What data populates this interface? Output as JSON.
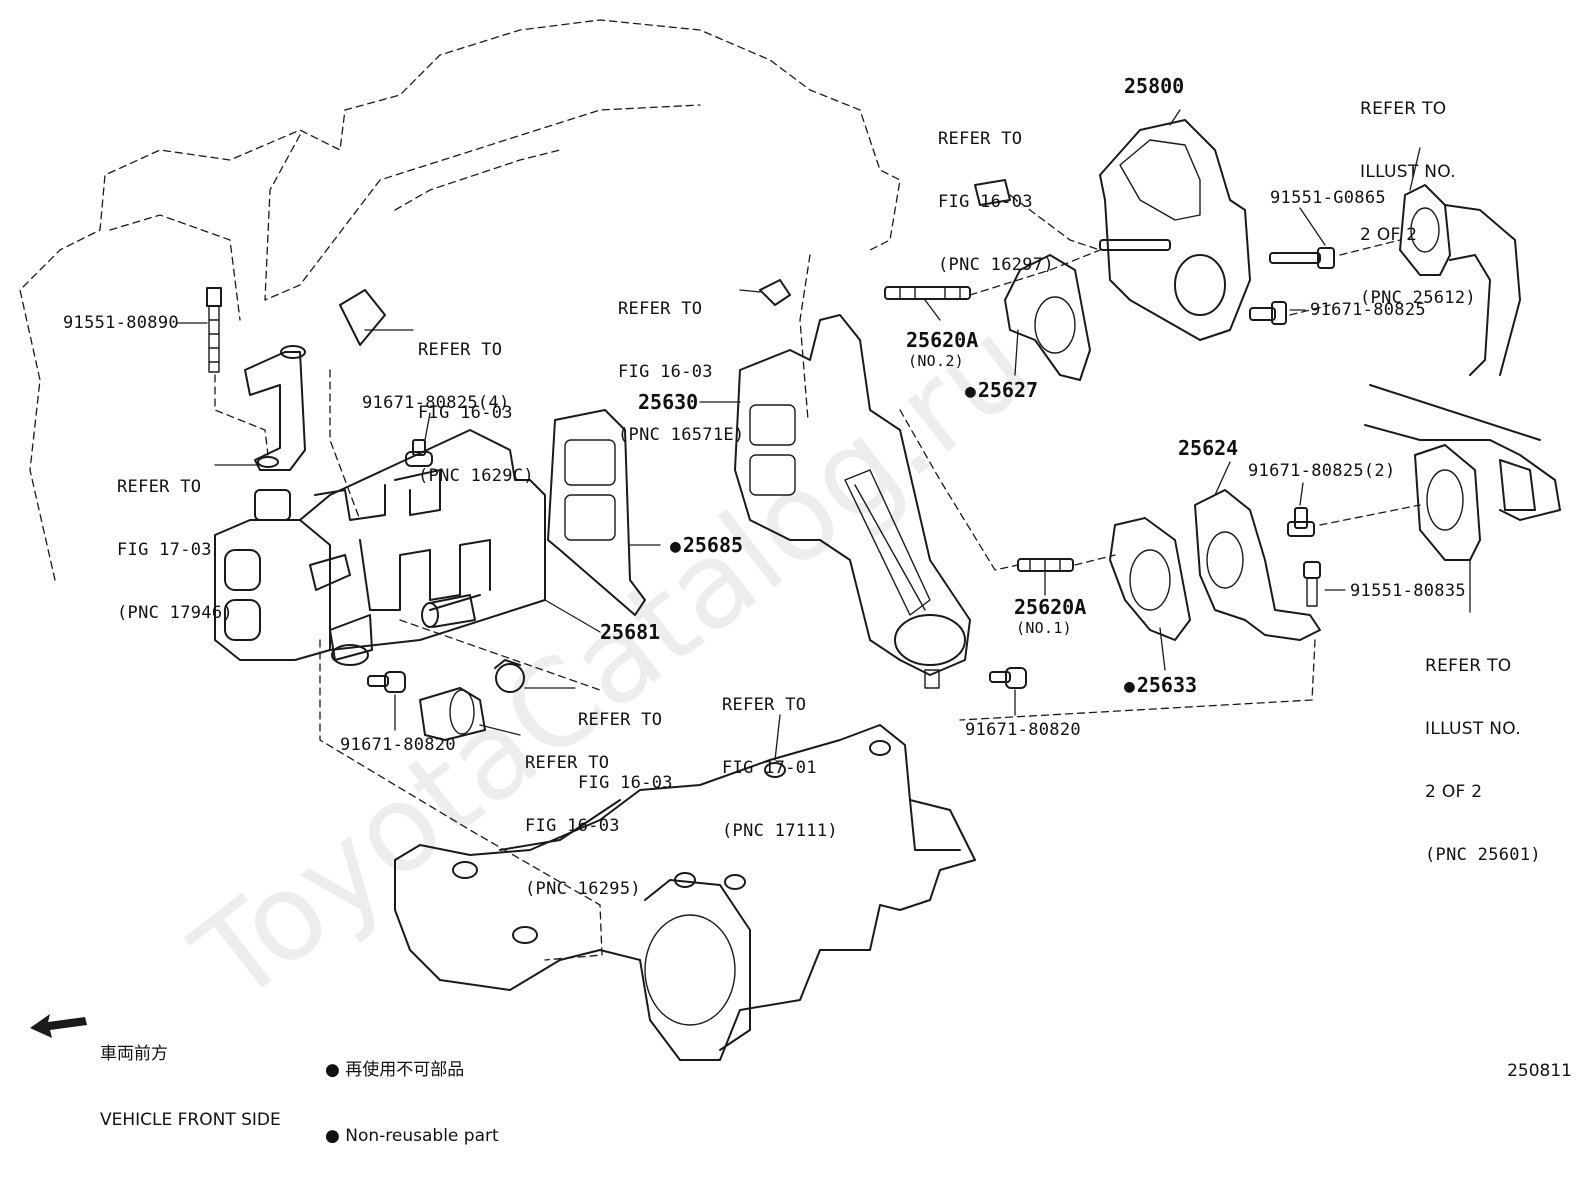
{
  "watermark": "ToyotaCatalog.ru",
  "figure_number": "250811",
  "legend": {
    "direction_jp": "車両前方",
    "direction_en": "VEHICLE FRONT SIDE",
    "nonreusable_jp": "再使用不可部品",
    "nonreusable_en": "Non-reusable part",
    "arrow_icon": "front-arrow-icon",
    "dot_icon": "filled-dot-icon"
  },
  "callouts": {
    "c1629c": {
      "line1": "REFER TO",
      "line2": "FIG 16-03",
      "line3": "(PNC 1629C)"
    },
    "c17946": {
      "line1": "REFER TO",
      "line2": "FIG 17-03",
      "line3": "(PNC 17946)"
    },
    "c16571e": {
      "line1": "REFER TO",
      "line2": "FIG 16-03",
      "line3": "(PNC 16571E)"
    },
    "c16297": {
      "line1": "REFER TO",
      "line2": "FIG 16-03",
      "line3": "(PNC 16297)"
    },
    "c25612": {
      "line1": "REFER TO",
      "line2": "ILLUST NO.",
      "line3": "2 OF 2",
      "line4": "(PNC 25612)"
    },
    "c25601": {
      "line1": "REFER TO",
      "line2": "ILLUST NO.",
      "line3": "2 OF 2",
      "line4": "(PNC 25601)"
    },
    "c1603a": {
      "line1": "REFER TO",
      "line2": "FIG 16-03"
    },
    "c16295": {
      "line1": "REFER TO",
      "line2": "FIG 16-03",
      "line3": "(PNC 16295)"
    },
    "c17111": {
      "line1": "REFER TO",
      "line2": "FIG 17-01",
      "line3": "(PNC 17111)"
    }
  },
  "parts": {
    "p25800": "25800",
    "p91551_80890": "91551-80890",
    "p91671_80825_4": "91671-80825(4)",
    "p25630": "25630",
    "p25620a_no2": "25620A",
    "p25620a_no2_sub": "(NO.2)",
    "p25627": "25627",
    "p91551_g0865": "91551-G0865",
    "p91671_80825": "91671-80825",
    "p25685": "25685",
    "p25681": "25681",
    "p25624": "25624",
    "p91671_80825_2": "91671-80825(2)",
    "p91551_80835": "91551-80835",
    "p25620a_no1": "25620A",
    "p25620a_no1_sub": "(NO.1)",
    "p25633": "25633",
    "p91671_80820_a": "91671-80820",
    "p91671_80820_b": "91671-80820"
  }
}
